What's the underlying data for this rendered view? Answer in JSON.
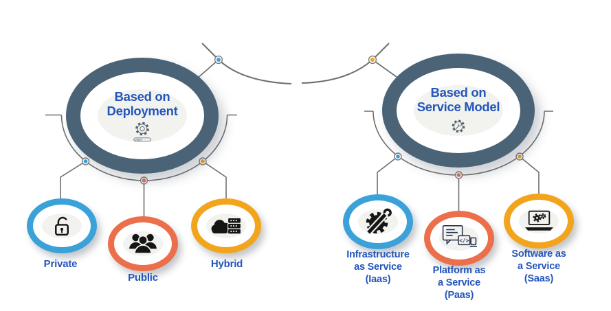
{
  "palette": {
    "hub_ring": "#4b6377",
    "inner_fill": "#f2f2ef",
    "text_blue": "#2456bb",
    "line_gray": "#6f6f6f",
    "node_blue": "#3ba2d9",
    "node_coral": "#ec6f4c",
    "node_amber": "#f2a41c",
    "icon_black": "#151515",
    "icon_outline_navy": "#25334d",
    "hub_icon_gray": "#55606d"
  },
  "deployment": {
    "title": [
      "Based on",
      "Deployment"
    ],
    "center_icon": "gear-progress-icon",
    "items": [
      {
        "label": "Private",
        "icon": "open-padlock-icon",
        "ring": "#3ba2d9"
      },
      {
        "label": "Public",
        "icon": "people-group-icon",
        "ring": "#ec6f4c"
      },
      {
        "label": "Hybrid",
        "icon": "cloud-server-icon",
        "ring": "#f2a41c"
      }
    ]
  },
  "service_model": {
    "title": [
      "Based on",
      "Service Model"
    ],
    "center_icon": "gear-wrench-icon",
    "items": [
      {
        "lines": [
          "Infrastructure",
          "as Service",
          "(Iaas)"
        ],
        "icon": "gear-wrench-solid-icon",
        "ring": "#3ba2d9"
      },
      {
        "lines": [
          "Platform as",
          "a Service",
          "(Paas)"
        ],
        "icon": "devices-code-icon",
        "ring": "#ec6f4c",
        "code_glyph": "</>"
      },
      {
        "lines": [
          "Software as",
          "a Service",
          "(Saas)"
        ],
        "icon": "laptop-gears-icon",
        "ring": "#f2a41c"
      }
    ]
  }
}
